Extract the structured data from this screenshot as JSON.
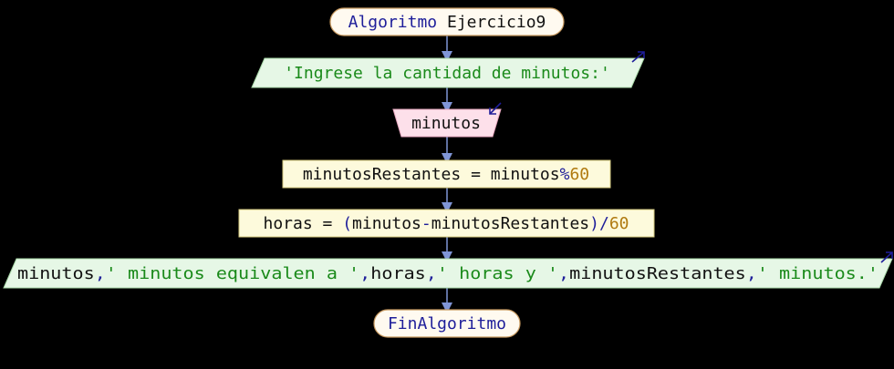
{
  "colors": {
    "background": "#000000",
    "keyword": "#1e1e9a",
    "identifier": "#111111",
    "string": "#1a8a1a",
    "number": "#b07a10",
    "terminal_fill": "#fffaf0",
    "terminal_stroke": "#c89a60",
    "output_fill": "#e6f7e6",
    "input_fill": "#fde0ea",
    "process_fill": "#fdfadc",
    "process_stroke": "#d8cc80",
    "connector": "#7f95d6"
  },
  "flowchart": {
    "start": {
      "keyword": "Algoritmo",
      "name": " Ejercicio9"
    },
    "output1": {
      "string": "'Ingrese la cantidad de minutos:'",
      "icon": "output-arrow-icon"
    },
    "input1": {
      "variable": "minutos",
      "icon": "input-arrow-icon"
    },
    "process1": {
      "lhs": "minutosRestantes = minutos",
      "op": "%",
      "num": "60"
    },
    "process2": {
      "lhs": "horas = ",
      "paren_open": "(",
      "mid": "minutos",
      "minus": "-",
      "mid2": "minutosRestantes",
      "paren_close": ")",
      "op": "/",
      "num": "60"
    },
    "output2": {
      "p1": "minutos",
      "c1": ",",
      "s1": "' minutos equivalen a '",
      "c2": ",",
      "p2": "horas",
      "c3": ",",
      "s2": "' horas y '",
      "c4": ",",
      "p3": "minutosRestantes",
      "c5": ",",
      "s3": "' minutos.'",
      "icon": "output-arrow-icon"
    },
    "end": {
      "keyword": "FinAlgoritmo"
    }
  }
}
